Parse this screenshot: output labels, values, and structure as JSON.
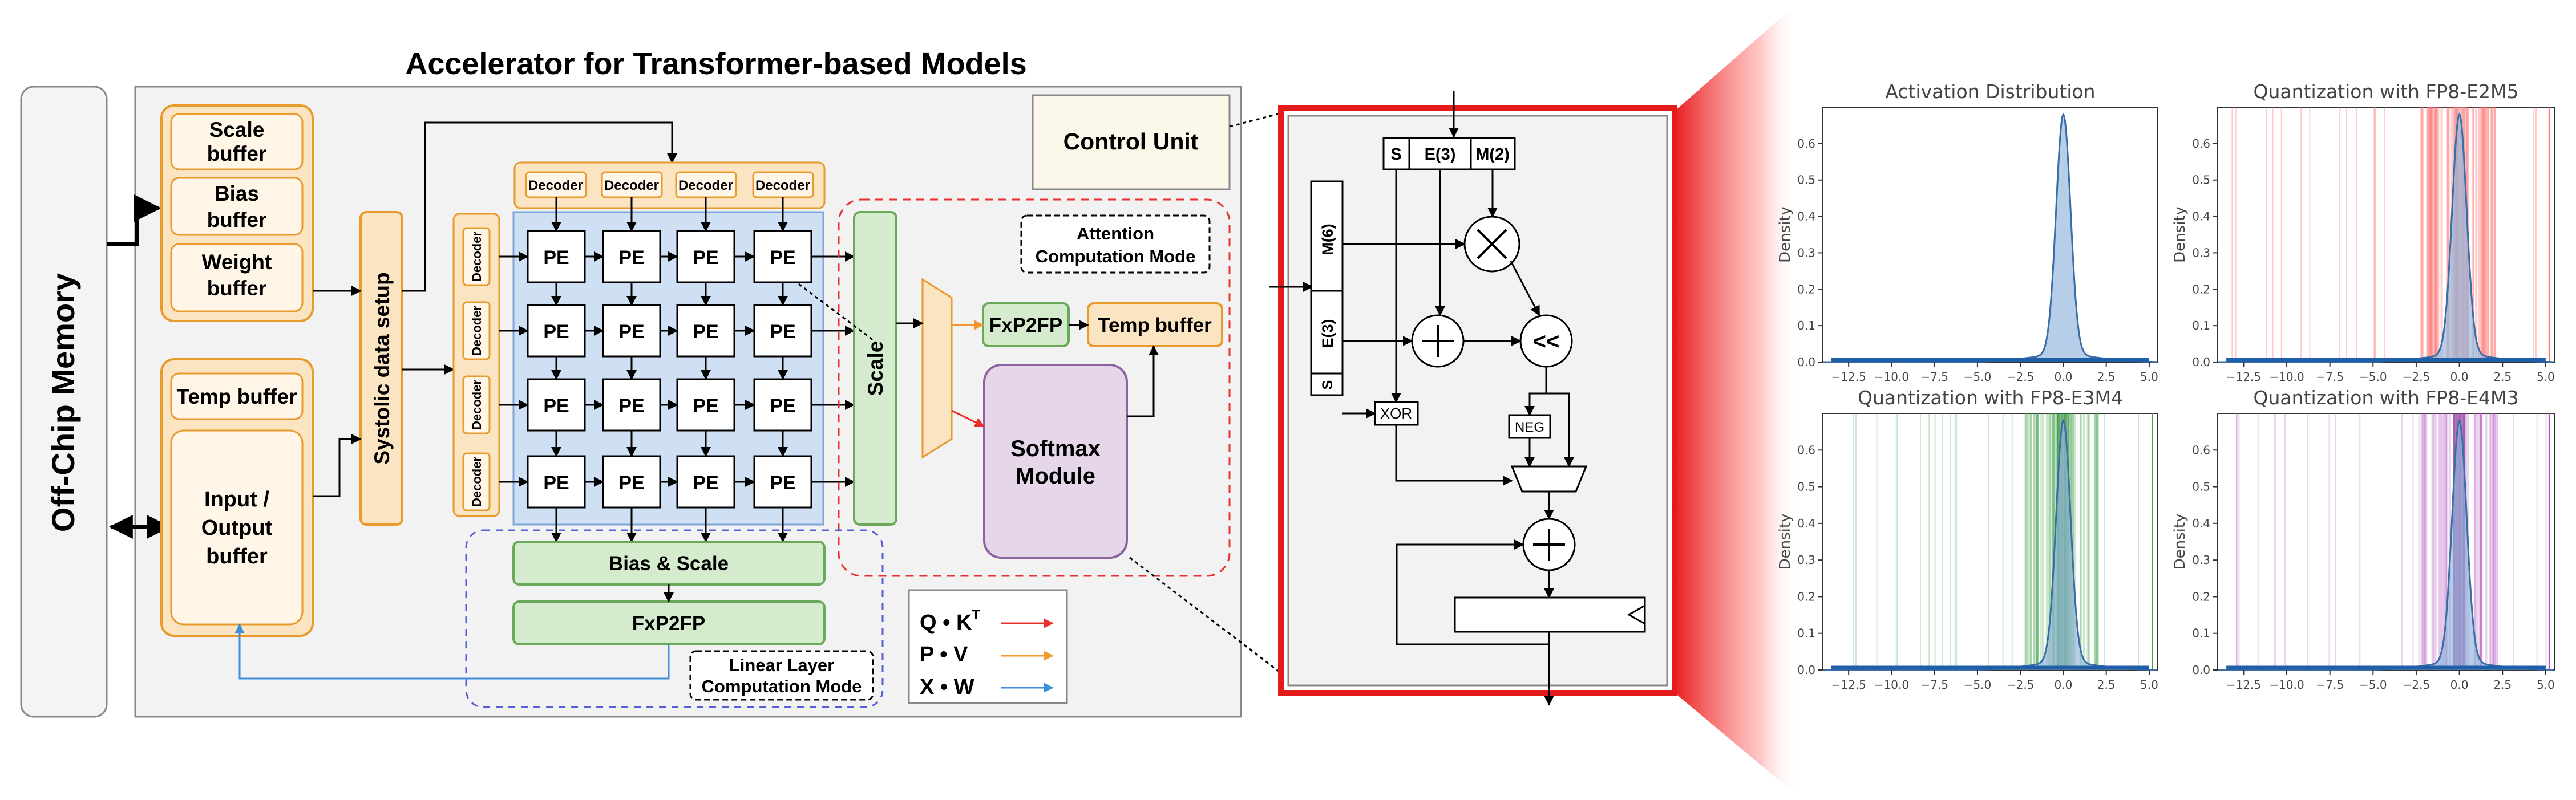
{
  "left": {
    "title": "Accelerator for Transformer-based Models",
    "memory": "Off-Chip Memory",
    "scale_buffer": [
      "Scale",
      "buffer"
    ],
    "bias_buffer": [
      "Bias",
      "buffer"
    ],
    "weight_buffer": [
      "Weight",
      "buffer"
    ],
    "temp_buffer": "Temp buffer",
    "io_buffer": [
      "Input /",
      "Output",
      "buffer"
    ],
    "systolic": "Systolic data setup",
    "decoder": "Decoder",
    "pe": "PE",
    "scale": "Scale",
    "control_unit": "Control Unit",
    "attention_mode": [
      "Attention",
      "Computation Mode"
    ],
    "fxp2fp": "FxP2FP",
    "temp_buffer2": "Temp buffer",
    "softmax": [
      "Softmax",
      "Module"
    ],
    "bias_scale": "Bias & Scale",
    "fxp2fp2": "FxP2FP",
    "linear_mode": [
      "Linear Layer",
      "Computation Mode"
    ],
    "legend": [
      {
        "label": "Q • K",
        "sup": "T",
        "color": "#e8312f"
      },
      {
        "label": "P • V",
        "color": "#f2982e"
      },
      {
        "label": "X • W",
        "color": "#3d8ee0"
      }
    ]
  },
  "pe_detail": {
    "s": "S",
    "e3": "E(3)",
    "m2": "M(2)",
    "m6": "M(6)",
    "e3v": "E(3)",
    "sv": "S",
    "xor": "XOR",
    "neg": "NEG",
    "shift": "<<"
  },
  "plots": [
    {
      "title": "Activation Distribution",
      "ylabel": "Density",
      "hue": "none"
    },
    {
      "title": "Quantization with FP8-E2M5",
      "ylabel": "Density",
      "hue": "red"
    },
    {
      "title": "Quantization with FP8-E3M4",
      "ylabel": "Density",
      "hue": "green"
    },
    {
      "title": "Quantization with FP8-E4M3",
      "ylabel": "Density",
      "hue": "purple"
    }
  ],
  "axes": {
    "x_ticks": [
      "−12.5",
      "−10.0",
      "−7.5",
      "−5.0",
      "−2.5",
      "0.0",
      "2.5",
      "5.0"
    ],
    "y_ticks": [
      "0.0",
      "0.1",
      "0.2",
      "0.3",
      "0.4",
      "0.5",
      "0.6"
    ]
  }
}
